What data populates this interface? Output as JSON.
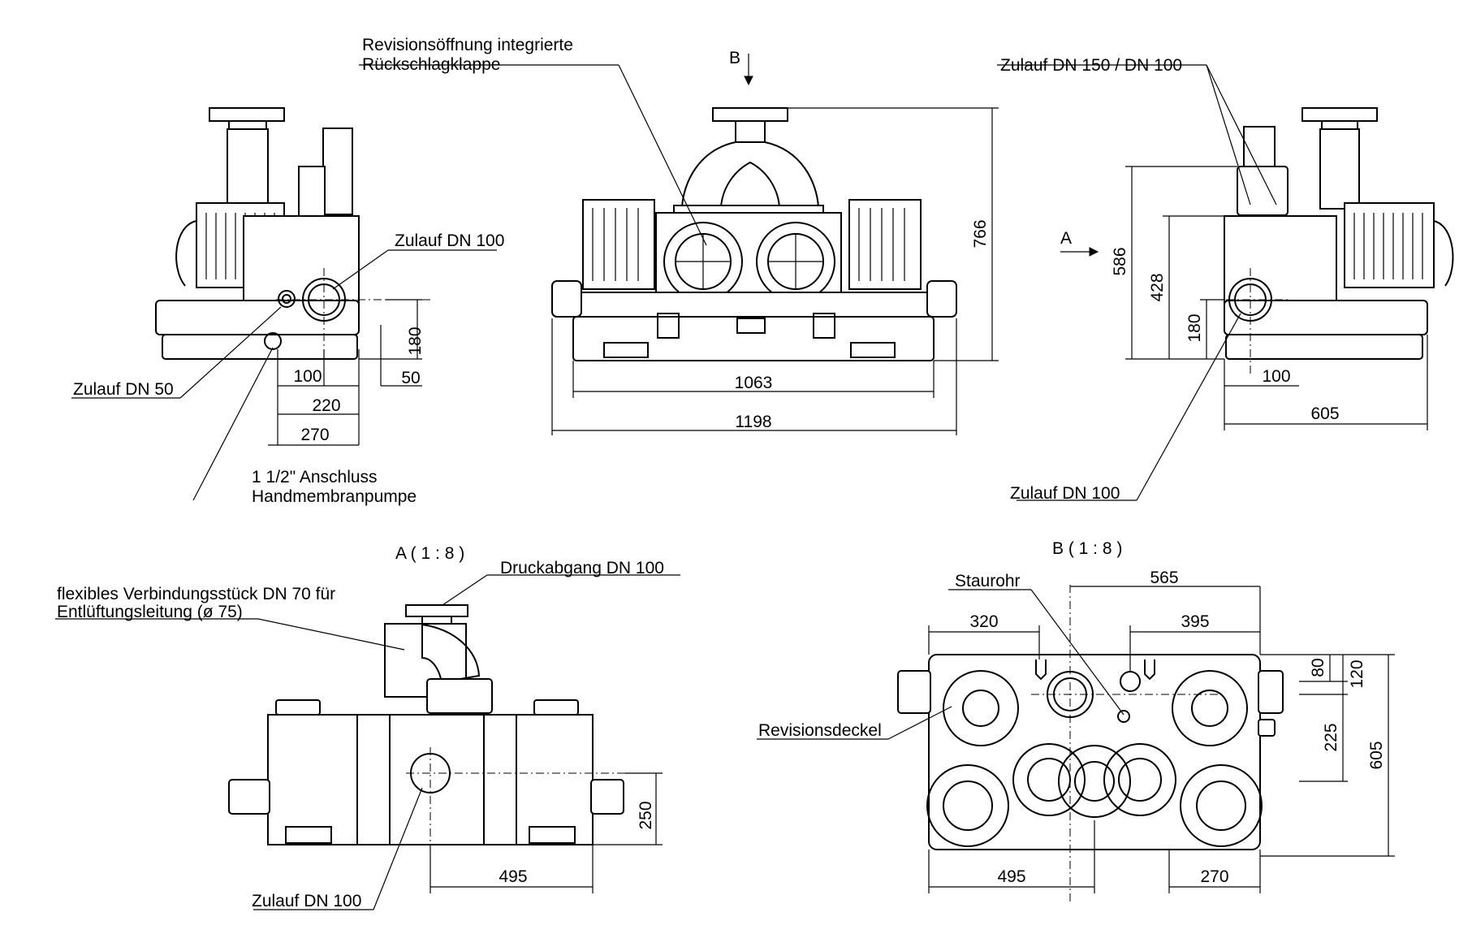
{
  "labels": {
    "revisionsoeffnung_l1": "Revisionsöffnung integrierte",
    "revisionsoeffnung_l2": "Rückschlagklappe",
    "view_b_marker": "B",
    "zulauf_dn150_dn100": "Zulauf DN 150 / DN 100",
    "view_a_marker": "A",
    "zulauf_dn100_left": "Zulauf DN 100",
    "zulauf_dn50": "Zulauf DN 50",
    "anschluss_l1": "1 1/2\" Anschluss",
    "anschluss_l2": "Handmembranpumpe",
    "zulauf_dn100_right": "Zulauf DN 100",
    "view_a_title": "A ( 1 : 8 )",
    "view_b_title": "B ( 1 : 8 )",
    "druckabgang": "Druckabgang DN 100",
    "flexibles_l1": "flexibles Verbindungsstück DN 70 für",
    "flexibles_l2": "Entlüftungsleitung (ø 75)",
    "zulauf_dn100_bottom": "Zulauf DN 100",
    "staurohr": "Staurohr",
    "revisionsdeckel": "Revisionsdeckel"
  },
  "dimensions": {
    "side_left": {
      "h180": "180",
      "h50": "50",
      "w100": "100",
      "w220": "220",
      "w270": "270"
    },
    "front": {
      "h766": "766",
      "w1063": "1063",
      "w1198": "1198"
    },
    "side_right": {
      "h586": "586",
      "h428": "428",
      "h180": "180",
      "w100": "100",
      "w605": "605"
    },
    "view_a": {
      "h250": "250",
      "w495": "495"
    },
    "view_b": {
      "w320": "320",
      "w565": "565",
      "w395": "395",
      "h80": "80",
      "h120": "120",
      "h225": "225",
      "h605": "605",
      "w495": "495",
      "w270": "270"
    }
  }
}
